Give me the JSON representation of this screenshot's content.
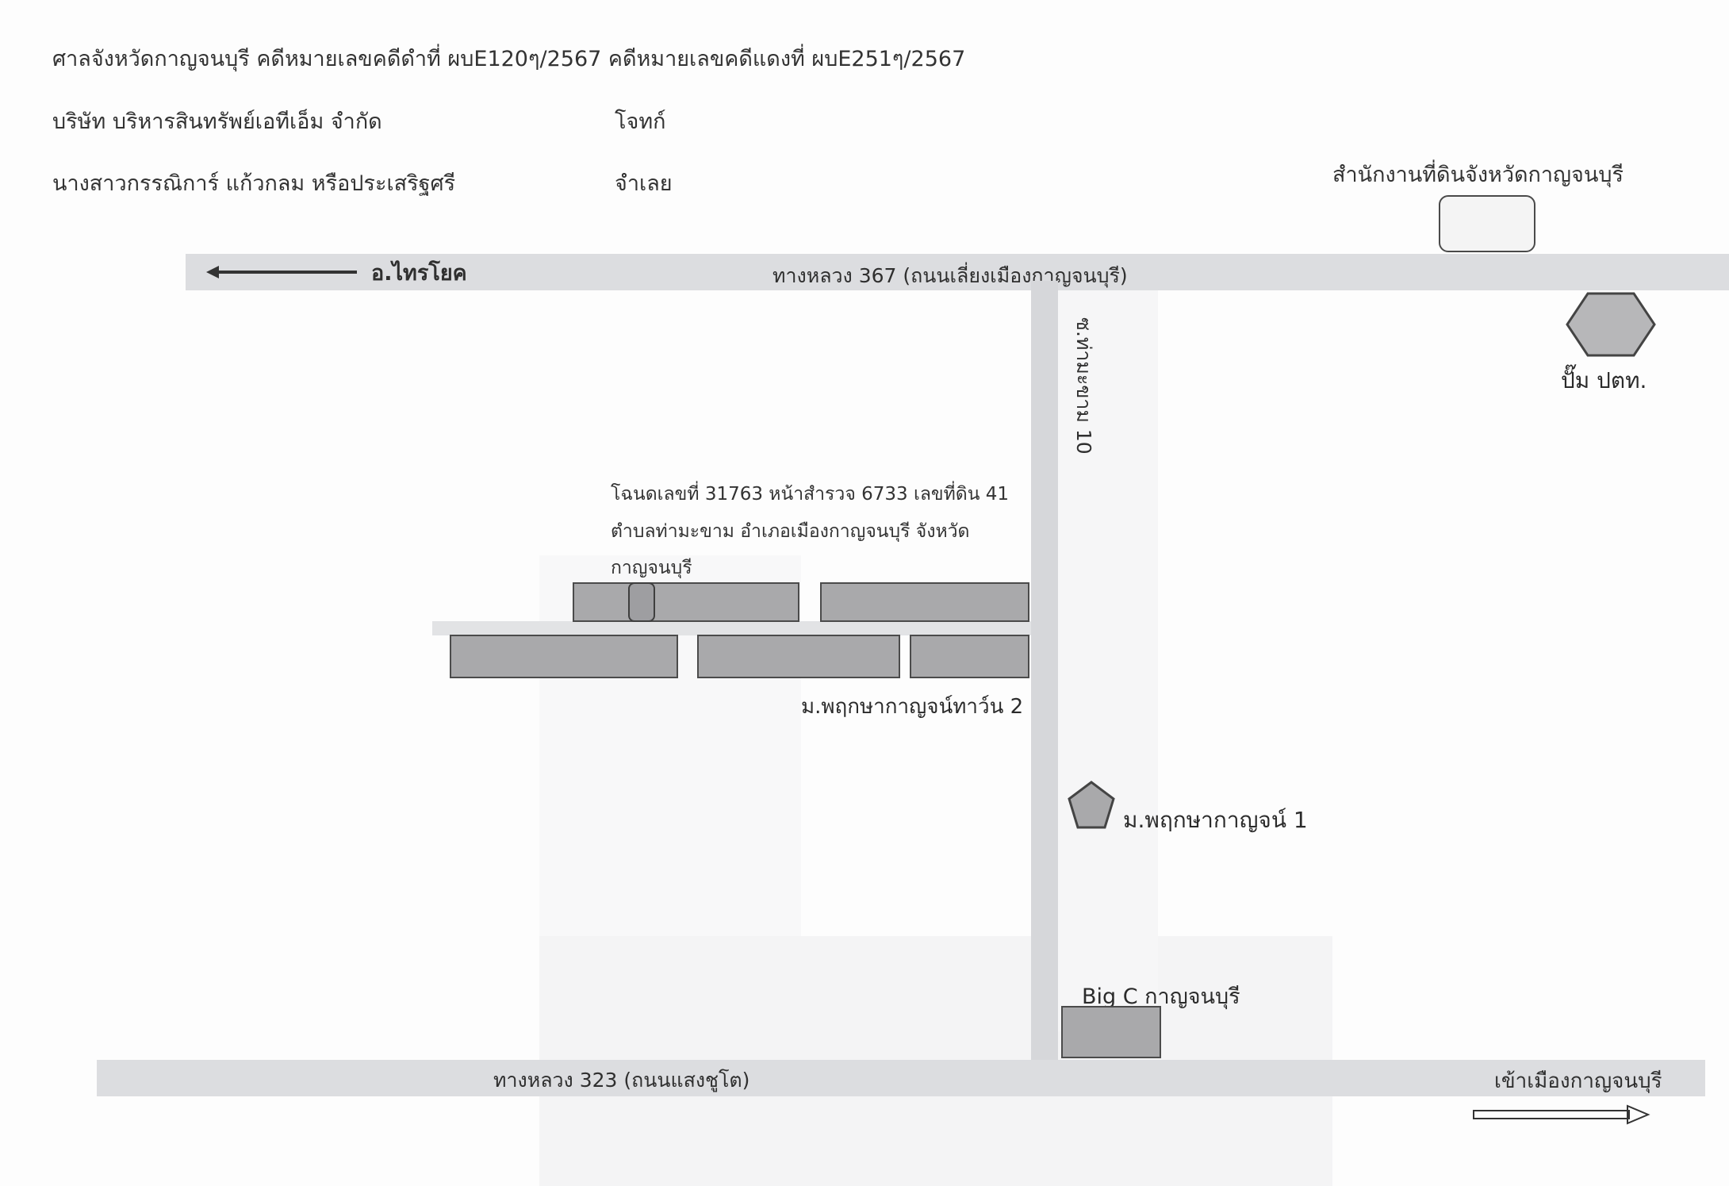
{
  "header": {
    "court_line": "ศาลจังหวัดกาญจนบุรี คดีหมายเลขคดีดำที่ ผบE120ๆ/2567 คดีหมายเลขคดีแดงที่ ผบE251ๆ/2567",
    "plaintiff_name": "บริษัท บริหารสินทรัพย์เอทีเอ็ม จำกัด",
    "plaintiff_role": "โจทก์",
    "defendant_name": "นางสาวกรรณิการ์  แก้วกลม หรือประเสริฐศรี",
    "defendant_role": "จำเลย"
  },
  "map": {
    "top_road": {
      "direction_label": "อ.ไทรโยค",
      "name": "ทางหลวง 367 (ถนนเลี่ยงเมืองกาญจนบุรี)"
    },
    "bottom_road": {
      "name": "ทางหลวง 323 (ถนนแสงชูโต)",
      "direction_label": "เข้าเมืองกาญจนบุรี"
    },
    "side_road": {
      "name": "ซ.ท่ามะขาม 10"
    },
    "land_office": {
      "label": "สำนักงานที่ดินจังหวัดกาญจนบุรี"
    },
    "gas_station": {
      "label": "ปั๊ม ปตท."
    },
    "property": {
      "line1": "โฉนดเลขที่ 31763 หน้าสำรวจ 6733 เลขที่ดิน  41",
      "line2": "ตำบลท่ามะขาม อำเภอเมืองกาญจนบุรี จังหวัด",
      "line3": "กาญจนบุรี"
    },
    "village_2": {
      "label": "ม.พฤกษากาญจน์ทาว์น 2"
    },
    "village_1": {
      "label": "ม.พฤกษากาญจน์ 1"
    },
    "big_c": {
      "label": "Big C กาญจนบุรี"
    }
  },
  "colors": {
    "road": "#dcdde0",
    "block_fill": "#a9a9ab",
    "block_border": "#4b4b4b",
    "text": "#2a2a2a"
  }
}
